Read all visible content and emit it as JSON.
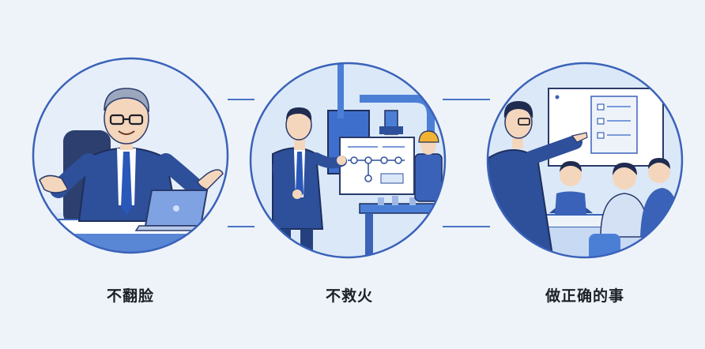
{
  "panels": [
    {
      "caption": "不翻脸",
      "scene": "boss-smiling-at-laptop"
    },
    {
      "caption": "不救火",
      "scene": "manager-presenting-process-flowchart"
    },
    {
      "caption": "做正确的事",
      "scene": "manager-pointing-at-whiteboard-in-meeting"
    }
  ],
  "colors": {
    "background": "#eef3fa",
    "circle_fill": "#dbe8f8",
    "outline": "#3a62b8",
    "suit": "#2e4f9a",
    "accent": "#5a86d6",
    "connector": "#4a74c4"
  }
}
